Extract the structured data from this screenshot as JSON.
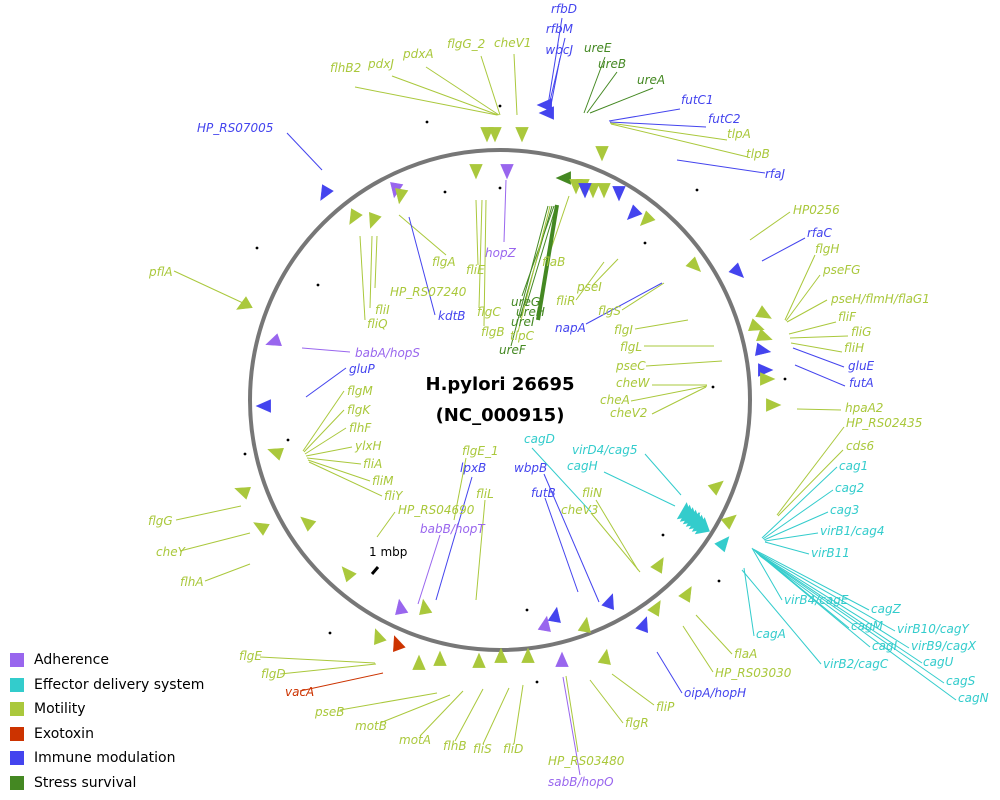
{
  "title_line1": "H.pylori 26695",
  "title_line2": "(NC_000915)",
  "scale_label": "1 mbp",
  "colors": {
    "Adherence": "#9966ee",
    "Effector delivery system": "#33cccc",
    "Motility": "#aac83c",
    "Exotoxin": "#cc3300",
    "Immune modulation": "#4444ee",
    "Stress survival": "#448822"
  },
  "legend": [
    {
      "label": "Adherence",
      "color": "#9966ee"
    },
    {
      "label": "Effector delivery system",
      "color": "#33cccc"
    },
    {
      "label": "Motility",
      "color": "#aac83c"
    },
    {
      "label": "Exotoxin",
      "color": "#cc3300"
    },
    {
      "label": "Immune modulation",
      "color": "#4444ee"
    },
    {
      "label": "Stress survival",
      "color": "#448822"
    }
  ],
  "genes": [
    {
      "name": "rfbD",
      "cat": "Immune modulation"
    },
    {
      "name": "rfbM",
      "cat": "Immune modulation"
    },
    {
      "name": "wbcJ",
      "cat": "Immune modulation"
    },
    {
      "name": "ureE",
      "cat": "Stress survival"
    },
    {
      "name": "ureB",
      "cat": "Stress survival"
    },
    {
      "name": "ureA",
      "cat": "Stress survival"
    },
    {
      "name": "futC1",
      "cat": "Immune modulation"
    },
    {
      "name": "futC2",
      "cat": "Immune modulation"
    },
    {
      "name": "tlpA",
      "cat": "Motility"
    },
    {
      "name": "tlpB",
      "cat": "Motility"
    },
    {
      "name": "rfaJ",
      "cat": "Immune modulation"
    },
    {
      "name": "HP0256",
      "cat": "Motility"
    },
    {
      "name": "rfaC",
      "cat": "Immune modulation"
    },
    {
      "name": "flgH",
      "cat": "Motility"
    },
    {
      "name": "pseFG",
      "cat": "Motility"
    },
    {
      "name": "pseH/flmH/flaG1",
      "cat": "Motility"
    },
    {
      "name": "fliF",
      "cat": "Motility"
    },
    {
      "name": "fliG",
      "cat": "Motility"
    },
    {
      "name": "fliH",
      "cat": "Motility"
    },
    {
      "name": "gluE",
      "cat": "Immune modulation"
    },
    {
      "name": "futA",
      "cat": "Immune modulation"
    },
    {
      "name": "hpaA2",
      "cat": "Motility"
    },
    {
      "name": "HP_RS02435",
      "cat": "Motility"
    },
    {
      "name": "cds6",
      "cat": "Motility"
    },
    {
      "name": "cag1",
      "cat": "Effector delivery system"
    },
    {
      "name": "cag2",
      "cat": "Effector delivery system"
    },
    {
      "name": "cag3",
      "cat": "Effector delivery system"
    },
    {
      "name": "virB1/cag4",
      "cat": "Effector delivery system"
    },
    {
      "name": "virB11",
      "cat": "Effector delivery system"
    },
    {
      "name": "virB4/cagE",
      "cat": "Effector delivery system"
    },
    {
      "name": "cagZ",
      "cat": "Effector delivery system"
    },
    {
      "name": "cagM",
      "cat": "Effector delivery system"
    },
    {
      "name": "virB10/cagY",
      "cat": "Effector delivery system"
    },
    {
      "name": "cagI",
      "cat": "Effector delivery system"
    },
    {
      "name": "virB9/cagX",
      "cat": "Effector delivery system"
    },
    {
      "name": "cagU",
      "cat": "Effector delivery system"
    },
    {
      "name": "cagA",
      "cat": "Effector delivery system"
    },
    {
      "name": "virB2/cagC",
      "cat": "Effector delivery system"
    },
    {
      "name": "cagS",
      "cat": "Effector delivery system"
    },
    {
      "name": "cagN",
      "cat": "Effector delivery system"
    },
    {
      "name": "flaA",
      "cat": "Motility"
    },
    {
      "name": "HP_RS03030",
      "cat": "Motility"
    },
    {
      "name": "oipA/hopH",
      "cat": "Immune modulation"
    },
    {
      "name": "fliP",
      "cat": "Motility"
    },
    {
      "name": "flgR",
      "cat": "Motility"
    },
    {
      "name": "HP_RS03480",
      "cat": "Motility"
    },
    {
      "name": "sabB/hopO",
      "cat": "Adherence"
    },
    {
      "name": "fliD",
      "cat": "Motility"
    },
    {
      "name": "fliS",
      "cat": "Motility"
    },
    {
      "name": "flhB",
      "cat": "Motility"
    },
    {
      "name": "motA",
      "cat": "Motility"
    },
    {
      "name": "motB",
      "cat": "Motility"
    },
    {
      "name": "pseB",
      "cat": "Motility"
    },
    {
      "name": "vacA",
      "cat": "Exotoxin"
    },
    {
      "name": "flgD",
      "cat": "Motility"
    },
    {
      "name": "flgE",
      "cat": "Motility"
    },
    {
      "name": "flhA",
      "cat": "Motility"
    },
    {
      "name": "cheY",
      "cat": "Motility"
    },
    {
      "name": "flgG",
      "cat": "Motility"
    },
    {
      "name": "pflA",
      "cat": "Motility"
    },
    {
      "name": "HP_RS07005",
      "cat": "Immune modulation"
    },
    {
      "name": "flhB2",
      "cat": "Motility"
    },
    {
      "name": "pdxJ",
      "cat": "Motility"
    },
    {
      "name": "pdxA",
      "cat": "Motility"
    },
    {
      "name": "flgG_2",
      "cat": "Motility"
    },
    {
      "name": "cheV1",
      "cat": "Motility"
    },
    {
      "name": "hopZ",
      "cat": "Adherence"
    },
    {
      "name": "flgA",
      "cat": "Motility"
    },
    {
      "name": "fliE",
      "cat": "Motility"
    },
    {
      "name": "HP_RS07240",
      "cat": "Motility"
    },
    {
      "name": "fliI",
      "cat": "Motility"
    },
    {
      "name": "fliQ",
      "cat": "Motility"
    },
    {
      "name": "kdtB",
      "cat": "Immune modulation"
    },
    {
      "name": "flgC",
      "cat": "Motility"
    },
    {
      "name": "flgB",
      "cat": "Motility"
    },
    {
      "name": "ureH",
      "cat": "Stress survival"
    },
    {
      "name": "ureG",
      "cat": "Stress survival"
    },
    {
      "name": "ureI",
      "cat": "Stress survival"
    },
    {
      "name": "tlpC",
      "cat": "Motility"
    },
    {
      "name": "ureF",
      "cat": "Stress survival"
    },
    {
      "name": "flaB",
      "cat": "Motility"
    },
    {
      "name": "pseI",
      "cat": "Motility"
    },
    {
      "name": "fliR",
      "cat": "Motility"
    },
    {
      "name": "flgS",
      "cat": "Motility"
    },
    {
      "name": "napA",
      "cat": "Immune modulation"
    },
    {
      "name": "flgI",
      "cat": "Motility"
    },
    {
      "name": "flgL",
      "cat": "Motility"
    },
    {
      "name": "pseC",
      "cat": "Motility"
    },
    {
      "name": "cheW",
      "cat": "Motility"
    },
    {
      "name": "cheA",
      "cat": "Motility"
    },
    {
      "name": "cheV2",
      "cat": "Motility"
    },
    {
      "name": "babA/hopS",
      "cat": "Adherence"
    },
    {
      "name": "gluP",
      "cat": "Immune modulation"
    },
    {
      "name": "flgM",
      "cat": "Motility"
    },
    {
      "name": "flgK",
      "cat": "Motility"
    },
    {
      "name": "flhF",
      "cat": "Motility"
    },
    {
      "name": "ylxH",
      "cat": "Motility"
    },
    {
      "name": "fliA",
      "cat": "Motility"
    },
    {
      "name": "fliM",
      "cat": "Motility"
    },
    {
      "name": "fliY",
      "cat": "Motility"
    },
    {
      "name": "HP_RS04690",
      "cat": "Motility"
    },
    {
      "name": "flgE_1",
      "cat": "Motility"
    },
    {
      "name": "lpxB",
      "cat": "Immune modulation"
    },
    {
      "name": "fliL",
      "cat": "Motility"
    },
    {
      "name": "babB/hopT",
      "cat": "Adherence"
    },
    {
      "name": "cagD",
      "cat": "Effector delivery system"
    },
    {
      "name": "virD4/cag5",
      "cat": "Effector delivery system"
    },
    {
      "name": "cagH",
      "cat": "Effector delivery system"
    },
    {
      "name": "wbpB",
      "cat": "Immune modulation"
    },
    {
      "name": "futB",
      "cat": "Immune modulation"
    },
    {
      "name": "fliN",
      "cat": "Motility"
    },
    {
      "name": "cheV3",
      "cat": "Motility"
    }
  ]
}
